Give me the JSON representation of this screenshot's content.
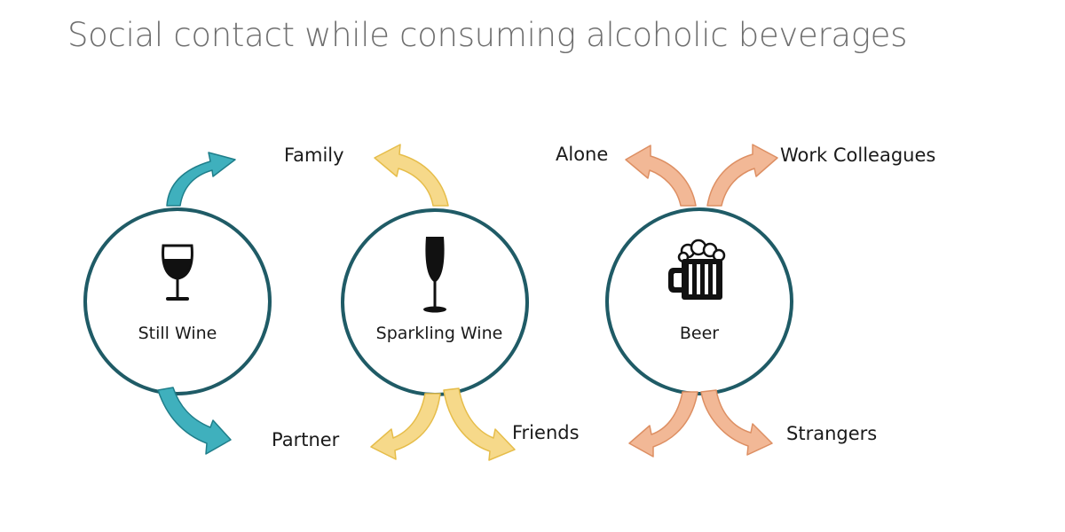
{
  "title": "Social contact while consuming alcoholic beverages",
  "colors": {
    "circle_stroke": "#1f5b66",
    "still_wine_arrow": "#3fb0bd",
    "still_wine_arrow_stroke": "#1f7e8a",
    "sparkling_wine_arrow": "#f6d98a",
    "sparkling_wine_arrow_stroke": "#e6bd4a",
    "beer_arrow": "#f2b896",
    "beer_arrow_stroke": "#dd8f63",
    "text": "#1a1a1a"
  },
  "beverages": [
    {
      "id": "still-wine",
      "label": "Still Wine",
      "icon": "wine-glass-icon"
    },
    {
      "id": "sparkling-wine",
      "label": "Sparkling Wine",
      "icon": "champagne-flute-icon"
    },
    {
      "id": "beer",
      "label": "Beer",
      "icon": "beer-mug-icon"
    }
  ],
  "contacts": [
    {
      "label": "Family"
    },
    {
      "label": "Partner"
    },
    {
      "label": "Friends"
    },
    {
      "label": "Alone"
    },
    {
      "label": "Work Colleagues"
    },
    {
      "label": "Strangers"
    }
  ]
}
